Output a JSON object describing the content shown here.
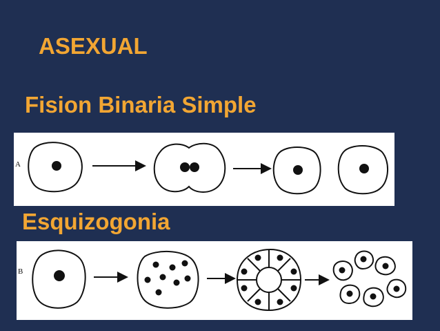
{
  "slide": {
    "title": "ASEXUAL",
    "sections": [
      {
        "heading": "Fision Binaria Simple",
        "panel_label": "A"
      },
      {
        "heading": "Esquizogonia",
        "panel_label": "B"
      }
    ]
  },
  "colors": {
    "background": "#1f2f52",
    "heading": "#f2a633",
    "panel": "#ffffff",
    "ink": "#111111"
  }
}
